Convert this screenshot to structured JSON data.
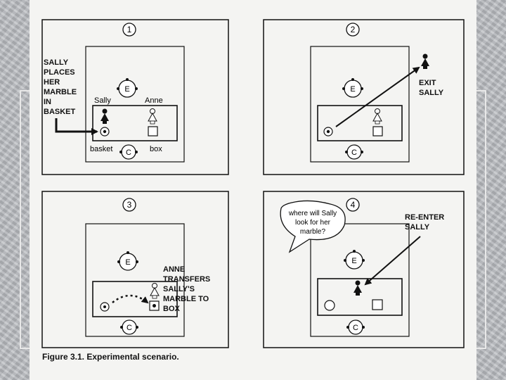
{
  "figure": {
    "caption": "Figure 3.1. Experimental scenario."
  },
  "panels": [
    {
      "number": "1",
      "side_text": [
        "SALLY",
        "PLACES",
        "HER",
        "MARBLE",
        "IN",
        "BASKET"
      ],
      "label_sally": "Sally",
      "label_anne": "Anne",
      "label_basket": "basket",
      "label_box": "box",
      "e": "E",
      "c": "C"
    },
    {
      "number": "2",
      "side_text": [
        "EXIT",
        "SALLY"
      ],
      "e": "E",
      "c": "C"
    },
    {
      "number": "3",
      "side_text": [
        "ANNE",
        "TRANSFERS",
        "SALLY'S",
        "MARBLE TO",
        "BOX"
      ],
      "e": "E",
      "c": "C"
    },
    {
      "number": "4",
      "side_text": [
        "RE-ENTER",
        "SALLY"
      ],
      "bubble": [
        "where will Sally",
        "look for her",
        "marble?"
      ],
      "e": "E",
      "c": "C"
    }
  ]
}
